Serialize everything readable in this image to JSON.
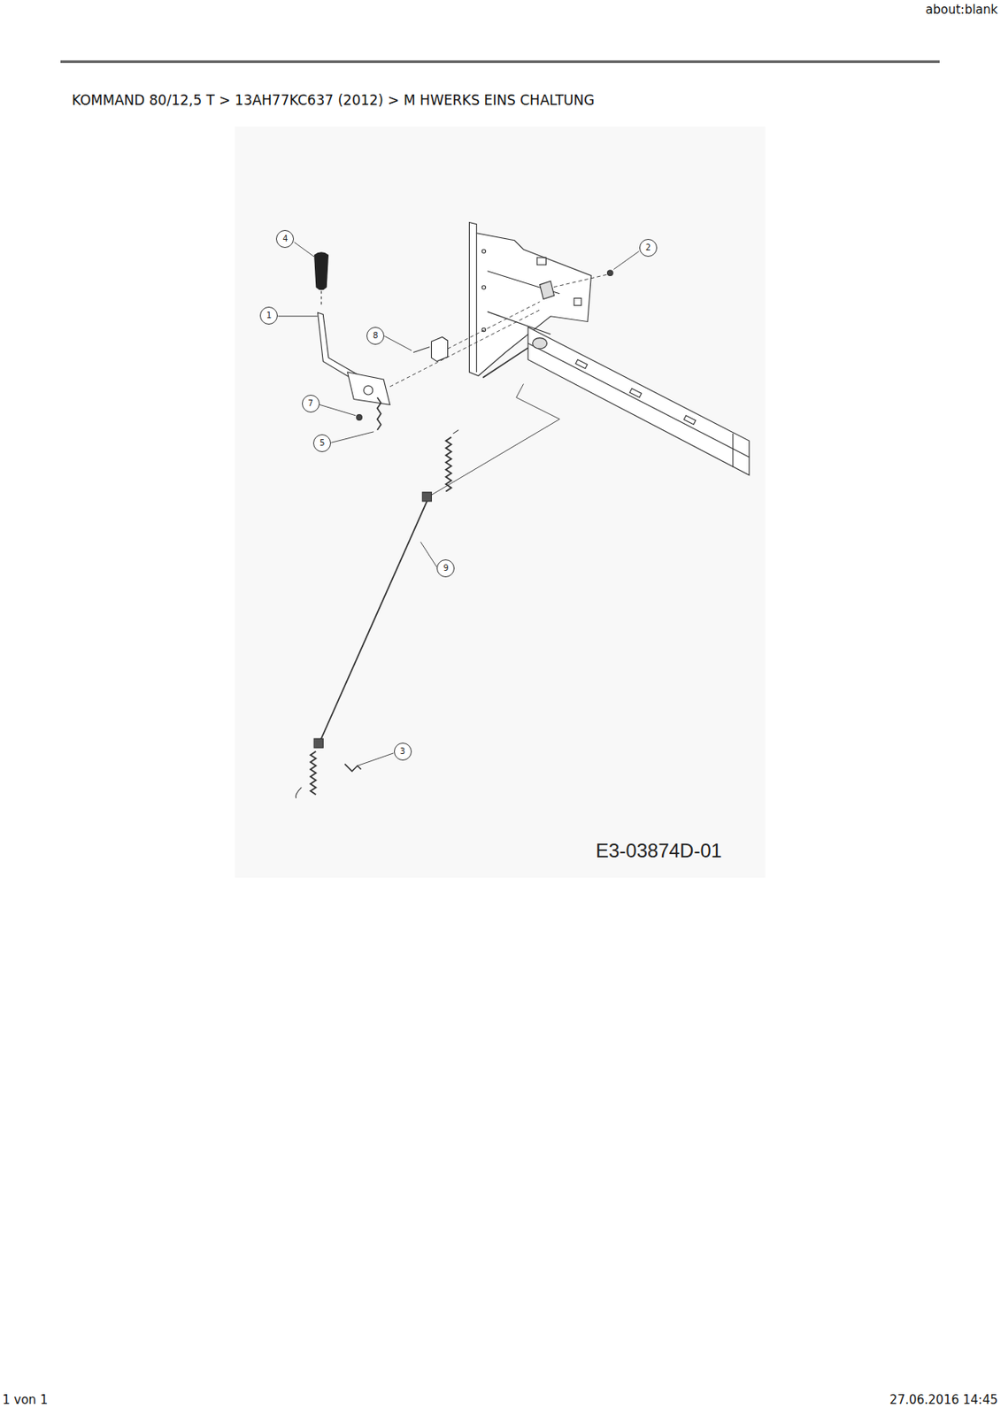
{
  "diagram": {
    "title": "KOMMAND 80/12,5 T > 13AH77KC637 (2012) > M HWERKS EINS CHALTUNG",
    "nodes": [
      {
        "text": [
          "4"
        ]
      },
      {
        "text": [
          "2"
        ]
      },
      {
        "text": [
          "1"
        ]
      },
      {
        "text": [
          "8"
        ]
      },
      {
        "text": [
          "7"
        ]
      },
      {
        "text": [
          "5"
        ]
      },
      {
        "text": [
          "9"
        ]
      },
      {
        "text": [
          "3"
        ]
      }
    ],
    "labels": [
      "about:blank",
      "E3-03874D-01",
      "1 von 1",
      "27.06.2016 14:45"
    ]
  }
}
